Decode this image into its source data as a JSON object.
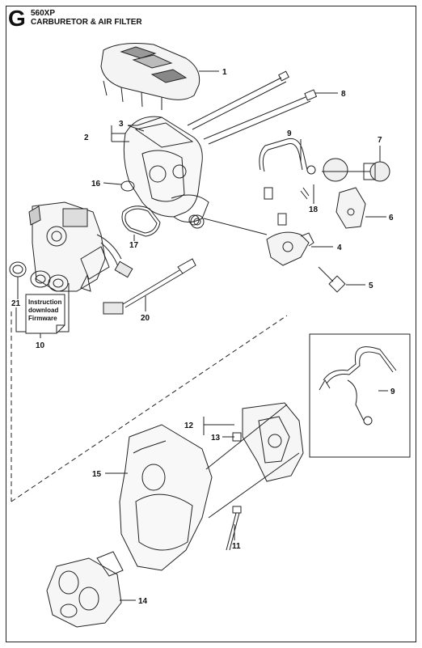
{
  "header": {
    "section_letter": "G",
    "model": "560XP",
    "title": "CARBURETOR & AIR FILTER"
  },
  "document_icon": {
    "lines": [
      "Instruction",
      "download",
      "Firmware"
    ]
  },
  "part_labels": {
    "p1": "1",
    "p2": "2",
    "p3": "3",
    "p4": "4",
    "p5": "5",
    "p6": "6",
    "p7": "7",
    "p8": "8",
    "p9": "9",
    "p9b": "9",
    "p10": "10",
    "p11": "11",
    "p12": "12",
    "p13": "13",
    "p14": "14",
    "p15": "15",
    "p16": "16",
    "p17": "17",
    "p18": "18",
    "p20": "20",
    "p21": "21"
  }
}
